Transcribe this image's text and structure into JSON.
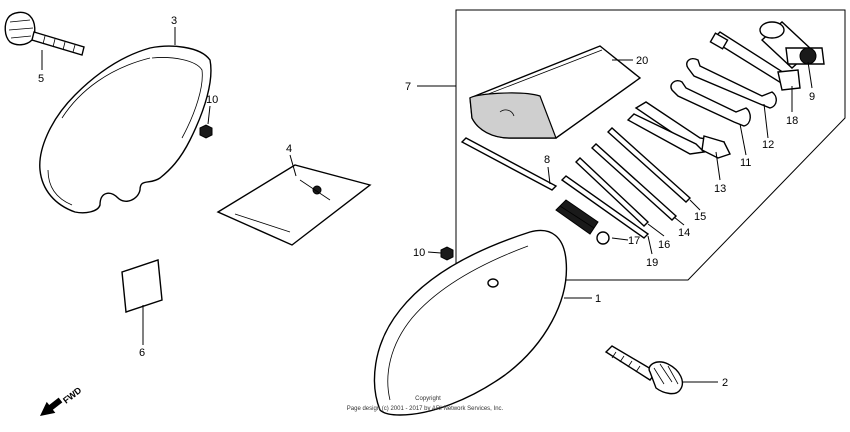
{
  "callouts": {
    "c1": "1",
    "c2": "2",
    "c3": "3",
    "c4": "4",
    "c5": "5",
    "c6": "6",
    "c7": "7",
    "c8": "8",
    "c9": "9",
    "c10a": "10",
    "c10b": "10",
    "c11": "11",
    "c12": "12",
    "c13": "13",
    "c14": "14",
    "c15": "15",
    "c16": "16",
    "c17": "17",
    "c18": "18",
    "c19": "19",
    "c20": "20"
  },
  "fwd_marker": "FWD",
  "footer": {
    "line1": "Copyright",
    "line2": "Page design (c) 2001 - 2017 by ARI Network Services, Inc."
  },
  "icons": [
    "fwd-arrow-icon"
  ],
  "colors": {
    "ink": "#000000",
    "paper": "#ffffff"
  }
}
